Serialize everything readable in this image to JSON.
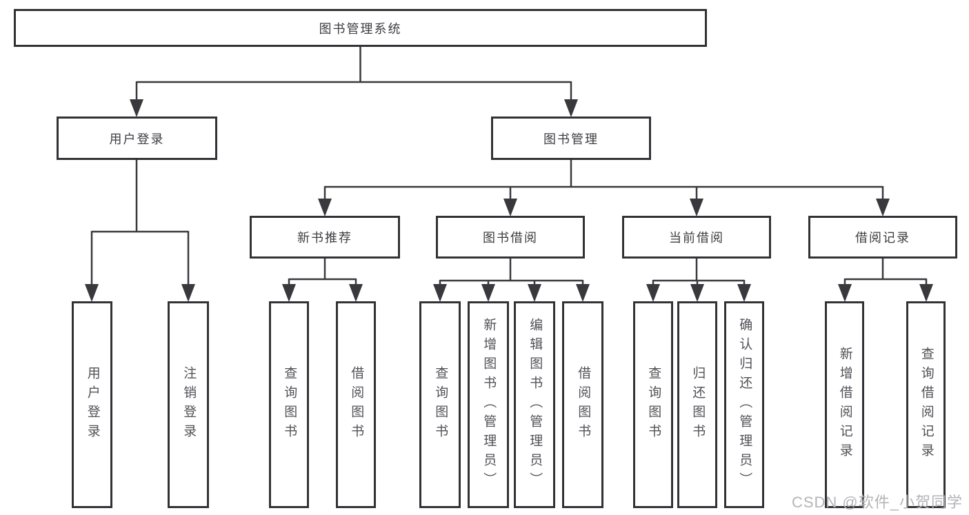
{
  "tree": {
    "root": {
      "label": "图书管理系统"
    },
    "branches": [
      {
        "label": "用户登录",
        "children": [
          {
            "label": "用户登录"
          },
          {
            "label": "注销登录"
          }
        ]
      },
      {
        "label": "图书管理",
        "groups": [
          {
            "label": "新书推荐",
            "children": [
              {
                "label": "查询图书"
              },
              {
                "label": "借阅图书"
              }
            ]
          },
          {
            "label": "图书借阅",
            "children": [
              {
                "label": "查询图书"
              },
              {
                "label": "新增图书（管理员）"
              },
              {
                "label": "编辑图书（管理员）"
              },
              {
                "label": "借阅图书"
              }
            ]
          },
          {
            "label": "当前借阅",
            "children": [
              {
                "label": "查询图书"
              },
              {
                "label": "归还图书"
              },
              {
                "label": "确认归还（管理员）"
              }
            ]
          },
          {
            "label": "借阅记录",
            "children": [
              {
                "label": "新增借阅记录"
              },
              {
                "label": "查询借阅记录"
              }
            ]
          }
        ]
      }
    ]
  },
  "watermark": {
    "text": "CSDN @软件_小贺同学"
  },
  "colors": {
    "line": "#39393d",
    "border": "#323236",
    "heading_text": "#3d3d42",
    "leaf_text": "#515157",
    "watermark_text": "#b4b4b8",
    "background": "#ffffff"
  }
}
